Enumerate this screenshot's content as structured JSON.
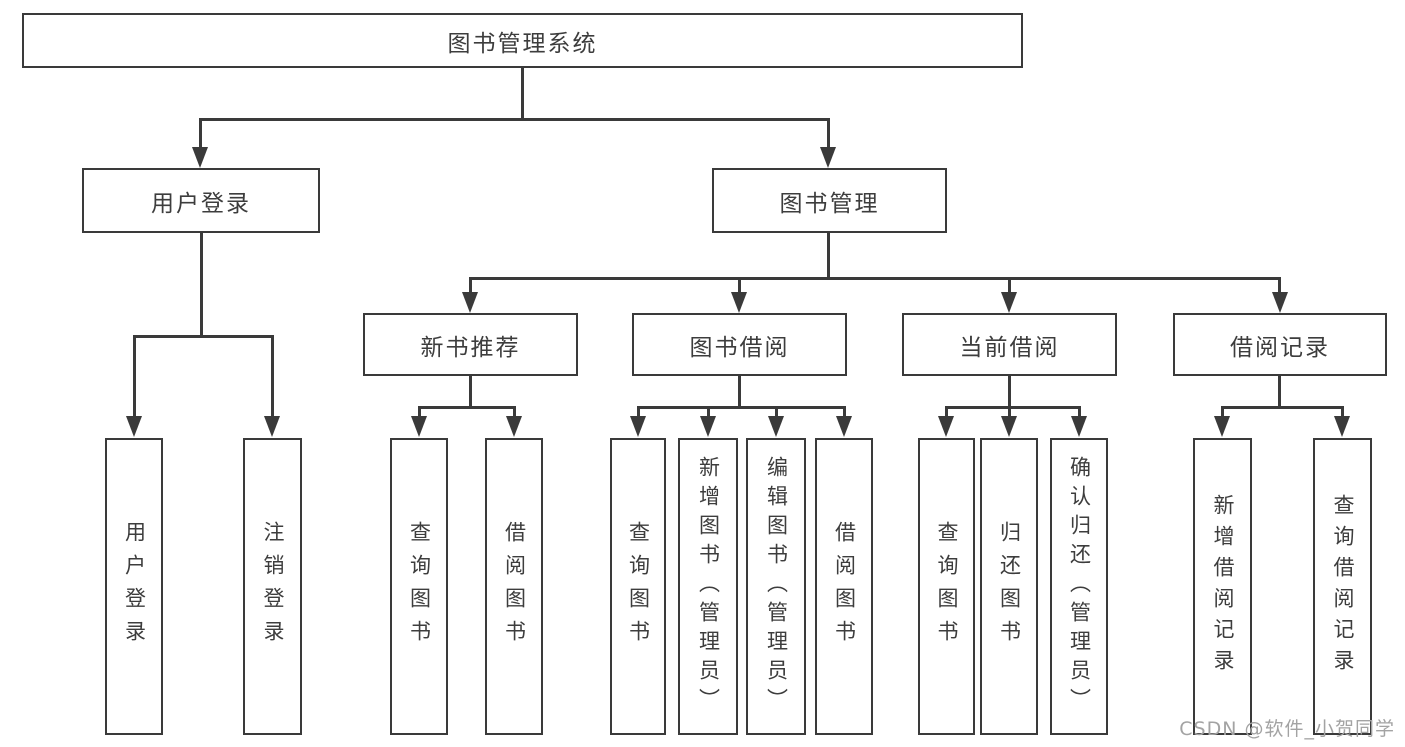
{
  "colors": {
    "line": "#3a3a3a",
    "text": "#3d3d3d",
    "background": "#ffffff",
    "watermark": "#a3a3a3"
  },
  "root": {
    "label": "图书管理系统"
  },
  "branches": {
    "user_login": {
      "label": "用户登录",
      "children": [
        {
          "label": "用户登录"
        },
        {
          "label": "注销登录"
        }
      ]
    },
    "book_management": {
      "label": "图书管理",
      "sections": [
        {
          "label": "新书推荐",
          "children": [
            {
              "label": "查询图书"
            },
            {
              "label": "借阅图书"
            }
          ]
        },
        {
          "label": "图书借阅",
          "children": [
            {
              "label": "查询图书"
            },
            {
              "label": "新增图书（管理员）"
            },
            {
              "label": "编辑图书（管理员）"
            },
            {
              "label": "借阅图书"
            }
          ]
        },
        {
          "label": "当前借阅",
          "children": [
            {
              "label": "查询图书"
            },
            {
              "label": "归还图书"
            },
            {
              "label": "确认归还（管理员）"
            }
          ]
        },
        {
          "label": "借阅记录",
          "children": [
            {
              "label": "新增借阅记录"
            },
            {
              "label": "查询借阅记录"
            }
          ]
        }
      ]
    }
  },
  "watermark": {
    "text": "CSDN @软件_小贺同学"
  }
}
